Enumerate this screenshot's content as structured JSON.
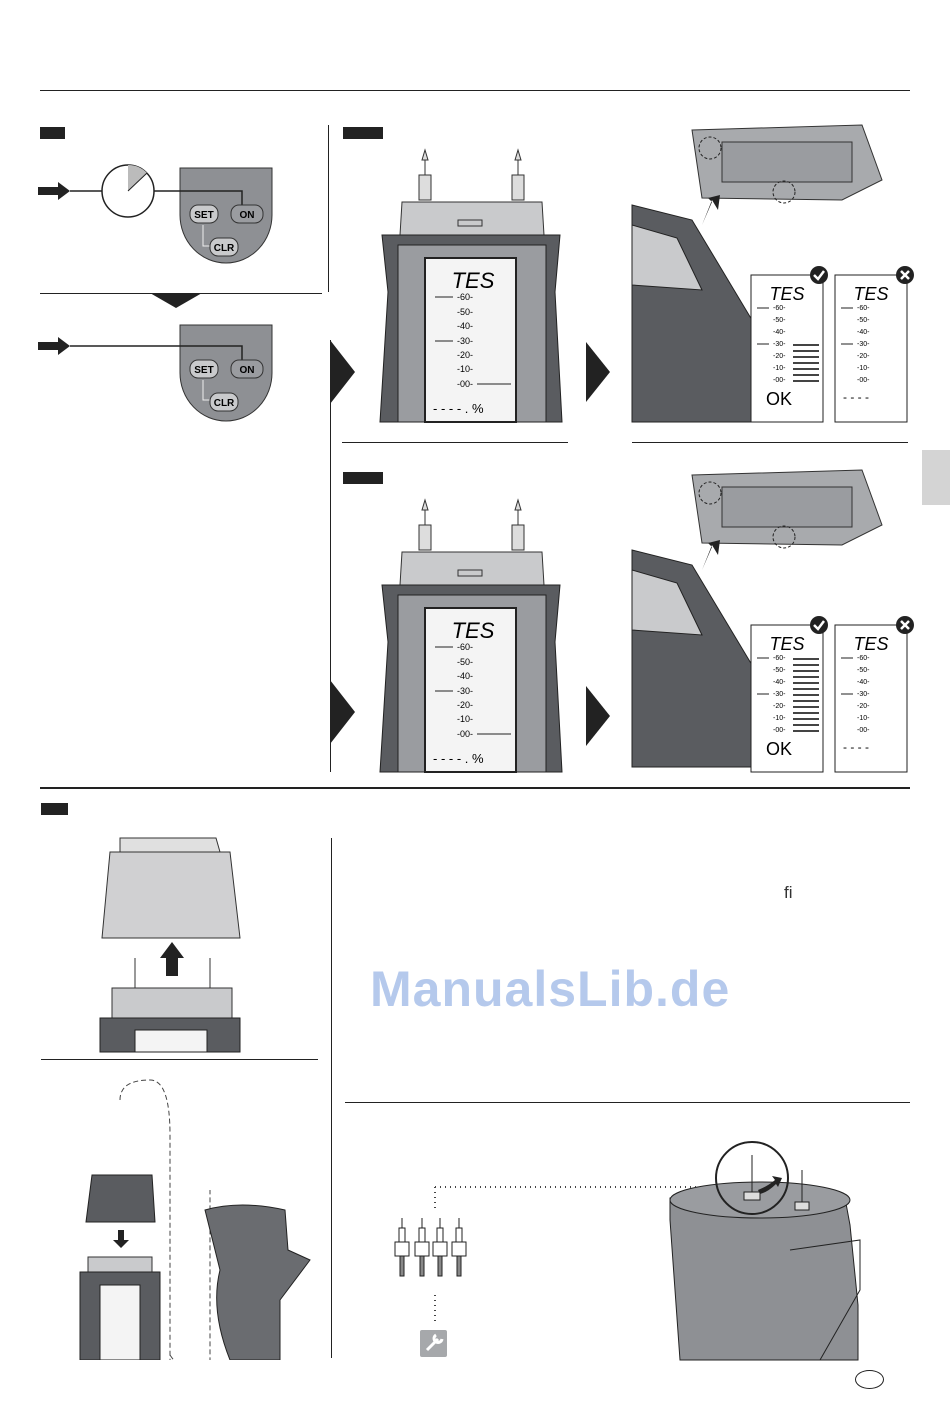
{
  "keypad": {
    "set": "SET",
    "on": "ON",
    "clr": "CLR"
  },
  "lcd": {
    "mode": "TES",
    "scale": [
      "-60-",
      "-50-",
      "-40-",
      "-30-",
      "-20-",
      "-10-",
      "-00-"
    ],
    "reading": "- - - - . %",
    "ok": "OK",
    "dashes": "- - - -"
  },
  "status_icons": {
    "pass": "check-circle-icon",
    "fail": "x-circle-icon"
  },
  "text_fragment": "fi",
  "watermark": "ManualsLib.de",
  "colors": {
    "device_dark": "#5a5c60",
    "device_mid": "#8e9094",
    "device_light": "#c9cacc",
    "lines": "#222222"
  }
}
